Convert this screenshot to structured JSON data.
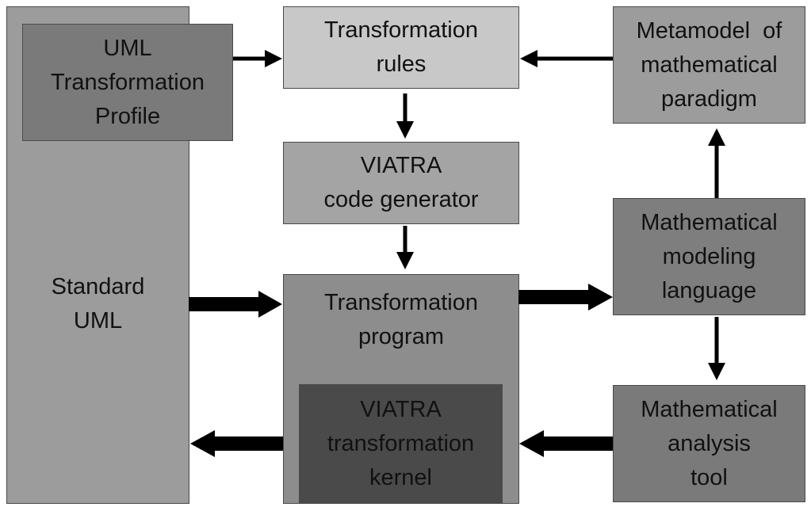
{
  "boxes": {
    "standard_uml": [
      "Standard",
      "UML"
    ],
    "uml_profile": [
      "UML",
      "Transformation",
      "Profile"
    ],
    "transformation_rules": [
      "Transformation",
      "rules"
    ],
    "code_generator": [
      "VIATRA",
      "code generator"
    ],
    "transformation_program": [
      "Transformation",
      "program"
    ],
    "transformation_kernel": [
      "VIATRA",
      "transformation",
      "kernel"
    ],
    "metamodel": [
      "Metamodel  of",
      "mathematical",
      "paradigm"
    ],
    "modeling_language": [
      "Mathematical",
      "modeling",
      "language"
    ],
    "analysis_tool": [
      "Mathematical",
      "analysis",
      "tool"
    ]
  }
}
